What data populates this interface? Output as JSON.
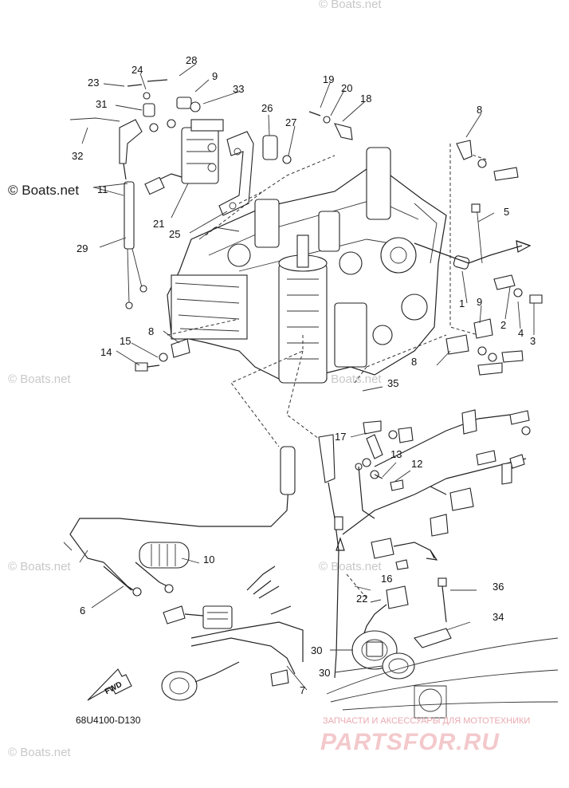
{
  "diagram": {
    "part_code": "68U4100-D130",
    "fwd_label": "FWD",
    "copyright": "© Boats.net",
    "watermark_text": "© Boats.net",
    "site_tagline": "ЗАПЧАСТИ И АКСЕССУАРЫ ДЛЯ МОТОТЕХНИКИ",
    "site_name": "PARTSFOR.RU",
    "colors": {
      "line": "#222222",
      "watermark": "#c8c8c8",
      "brand": "#f3c9cc"
    },
    "callouts": [
      "1",
      "2",
      "3",
      "4",
      "5",
      "6",
      "7",
      "8",
      "8",
      "8",
      "9",
      "9",
      "10",
      "11",
      "12",
      "13",
      "14",
      "15",
      "16",
      "17",
      "18",
      "19",
      "20",
      "21",
      "22",
      "23",
      "24",
      "25",
      "26",
      "27",
      "28",
      "29",
      "30",
      "31",
      "32",
      "33",
      "34",
      "35",
      "36",
      "30"
    ]
  }
}
